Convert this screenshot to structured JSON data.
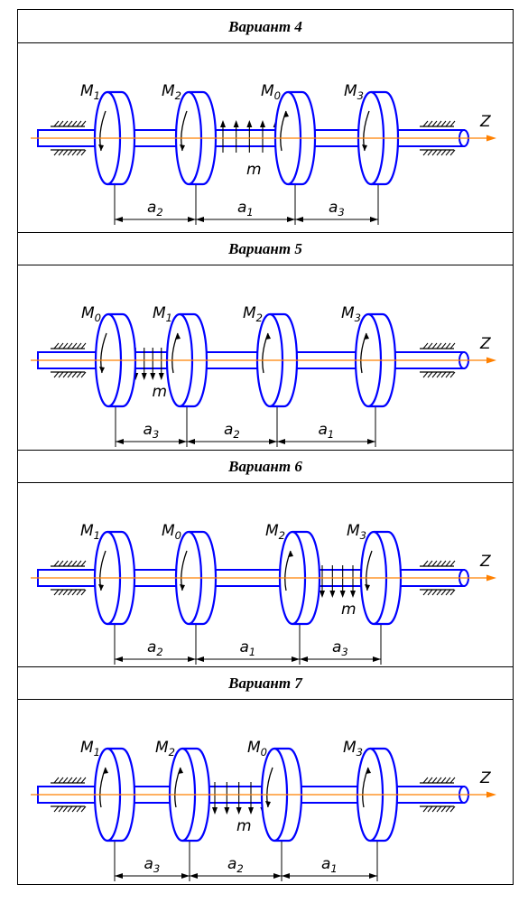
{
  "variants": [
    {
      "title": "Вариант 4",
      "moments": [
        {
          "name": "M",
          "sub": "1",
          "dir": "down"
        },
        {
          "name": "M",
          "sub": "2",
          "dir": "down"
        },
        {
          "name": "M",
          "sub": "0",
          "dir": "up"
        },
        {
          "name": "M",
          "sub": "3",
          "dir": "down"
        }
      ],
      "distributed": {
        "label": "m",
        "between": [
          1,
          2
        ],
        "dir": "up"
      },
      "dimensions": [
        {
          "name": "a",
          "sub": "2"
        },
        {
          "name": "a",
          "sub": "1"
        },
        {
          "name": "a",
          "sub": "3"
        }
      ],
      "axis_label": "Z"
    },
    {
      "title": "Вариант 5",
      "moments": [
        {
          "name": "M",
          "sub": "0",
          "dir": "down"
        },
        {
          "name": "M",
          "sub": "1",
          "dir": "up"
        },
        {
          "name": "M",
          "sub": "2",
          "dir": "up"
        },
        {
          "name": "M",
          "sub": "3",
          "dir": "up"
        }
      ],
      "distributed": {
        "label": "m",
        "between": [
          0,
          1
        ],
        "dir": "down"
      },
      "dimensions": [
        {
          "name": "a",
          "sub": "3"
        },
        {
          "name": "a",
          "sub": "2"
        },
        {
          "name": "a",
          "sub": "1"
        }
      ],
      "axis_label": "Z"
    },
    {
      "title": "Вариант 6",
      "moments": [
        {
          "name": "M",
          "sub": "1",
          "dir": "down"
        },
        {
          "name": "M",
          "sub": "0",
          "dir": "down"
        },
        {
          "name": "M",
          "sub": "2",
          "dir": "up"
        },
        {
          "name": "M",
          "sub": "3",
          "dir": "down"
        }
      ],
      "distributed": {
        "label": "m",
        "between": [
          2,
          3
        ],
        "dir": "down"
      },
      "dimensions": [
        {
          "name": "a",
          "sub": "2"
        },
        {
          "name": "a",
          "sub": "1"
        },
        {
          "name": "a",
          "sub": "3"
        }
      ],
      "axis_label": "Z"
    },
    {
      "title": "Вариант 7",
      "moments": [
        {
          "name": "M",
          "sub": "1",
          "dir": "up"
        },
        {
          "name": "M",
          "sub": "2",
          "dir": "up"
        },
        {
          "name": "M",
          "sub": "0",
          "dir": "down"
        },
        {
          "name": "M",
          "sub": "3",
          "dir": "up"
        }
      ],
      "distributed": {
        "label": "m",
        "between": [
          1,
          2
        ],
        "dir": "down"
      },
      "dimensions": [
        {
          "name": "a",
          "sub": "3"
        },
        {
          "name": "a",
          "sub": "2"
        },
        {
          "name": "a",
          "sub": "1"
        }
      ],
      "axis_label": "Z"
    }
  ],
  "colors": {
    "line": "#0000ff",
    "axis": "#ff8000",
    "ink": "#000000",
    "background": "#ffffff"
  }
}
